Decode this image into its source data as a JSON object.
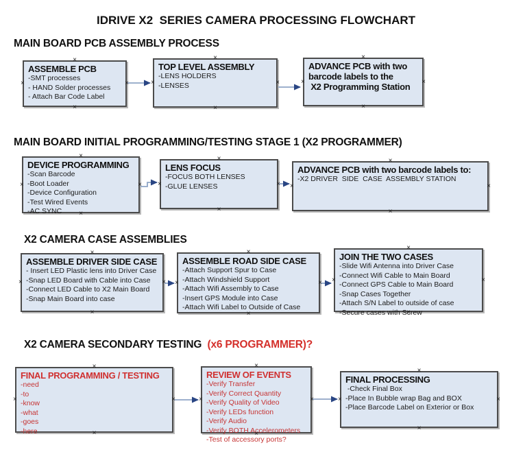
{
  "title": "IDRIVE X2  SERIES CAMERA PROCESSING FLOWCHART",
  "colors": {
    "box_fill": "#dde6f2",
    "box_border": "#4b4b4b",
    "arrow_line": "#8fa5c6",
    "arrow_head": "#2a4684",
    "red_text": "#d03030",
    "black_text": "#111111"
  },
  "sections": [
    {
      "header": "MAIN BOARD PCB ASSEMBLY PROCESS",
      "header_suffix": "",
      "boxes": [
        {
          "title": "ASSEMBLE PCB",
          "items": [
            "-SMT processes",
            "- HAND Solder processes",
            "- Attach Bar Code Label"
          ]
        },
        {
          "title": "TOP LEVEL ASSEMBLY",
          "items": [
            "-LENS HOLDERS",
            "-LENSES"
          ]
        },
        {
          "title": "ADVANCE PCB with two barcode labels to the\n X2 Programming Station",
          "items": []
        }
      ]
    },
    {
      "header": "MAIN BOARD INITIAL PROGRAMMING/TESTING STAGE 1 (X2 PROGRAMMER)",
      "header_suffix": "",
      "boxes": [
        {
          "title": "DEVICE PROGRAMMING",
          "items": [
            "-Scan Barcode",
            "-Boot Loader",
            "-Device Configuration",
            "-Test Wired Events",
            "-AC SYNC"
          ]
        },
        {
          "title": "LENS FOCUS",
          "items": [
            "-FOCUS BOTH LENSES",
            "-GLUE LENSES"
          ]
        },
        {
          "title": "ADVANCE PCB with two barcode labels to:",
          "items": [
            "-X2 DRIVER  SIDE  CASE  ASSEMBLY STATION"
          ]
        }
      ]
    },
    {
      "header": "X2 CAMERA CASE ASSEMBLIES",
      "header_suffix": "",
      "boxes": [
        {
          "title": "ASSEMBLE DRIVER SIDE CASE",
          "items": [
            "- Insert LED Plastic lens into Driver Case",
            "-Snap LED Board with Cable into Case",
            "-Connect LED Cable to X2 Main Board",
            "-Snap Main Board into case"
          ]
        },
        {
          "title": "ASSEMBLE ROAD SIDE CASE",
          "items": [
            "-Attach Support Spur to Case",
            "-Attach Windshield Support",
            "-Attach Wifi Assembly to Case",
            "-Insert GPS Module into Case",
            "-Attach Wifi Label to Outside of Case"
          ]
        },
        {
          "title": "JOIN THE TWO CASES",
          "items": [
            "-Slide Wifi Antenna into Driver Case",
            "-Connect Wifi Cable to Main Board",
            "-Connect GPS Cable to Main Board",
            "-Snap Cases Together",
            "-Attach S/N Label to outside of case",
            "-Secure cases with Screw"
          ]
        }
      ]
    },
    {
      "header": "X2 CAMERA SECONDARY TESTING ",
      "header_suffix": " (x6 PROGRAMMER)?",
      "boxes": [
        {
          "title": "FINAL PROGRAMMING / TESTING",
          "items": [
            "-need",
            "-to",
            "-know",
            "-what",
            "-goes",
            "-here"
          ]
        },
        {
          "title": "REVIEW OF EVENTS",
          "items": [
            "-Verify Transfer",
            "-Verify Correct Quantity",
            "-Verify Quality of Video",
            "-Verify LEDs function",
            "-Verify Audio",
            "-Verify BOTH Accelerometers",
            "-Test of accessory ports?"
          ]
        },
        {
          "title": "FINAL PROCESSING",
          "items": [
            " -Check Final Box",
            "-Place In Bubble wrap Bag and BOX",
            "-Place Barcode Label on Exterior or Box"
          ]
        }
      ]
    }
  ]
}
